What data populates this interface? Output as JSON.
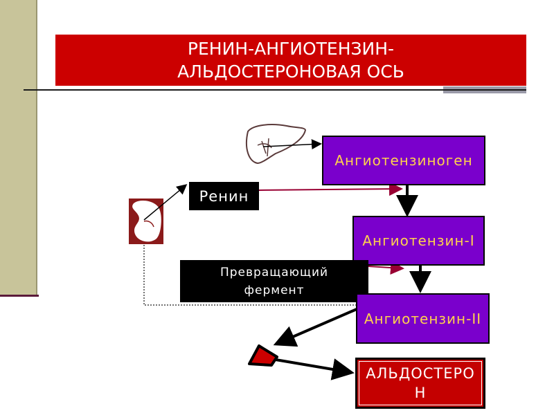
{
  "slide": {
    "title": "РЕНИН-АНГИОТЕНЗИН-\nАЛЬДОСТЕРОНОВАЯ ОСЬ"
  },
  "nodes": {
    "angiotensinogen": "Ангиотензиноген",
    "renin": "Ренин",
    "angiotensin_1": "Ангиотензин-I",
    "converting_enzyme": "Превращающий\nфермент",
    "angiotensin_2": "Ангиотензин-II",
    "aldosterone": "АЛЬДОСТЕРОН"
  },
  "colors": {
    "title_bg": "#cc0000",
    "node_purple": "#7a00cc",
    "node_text_yellow": "#ffd24d",
    "node_red": "#c40000",
    "arrow_dark_red": "#990033"
  },
  "icons": [
    "liver-icon",
    "kidney-icon",
    "adrenal-gland-icon"
  ]
}
